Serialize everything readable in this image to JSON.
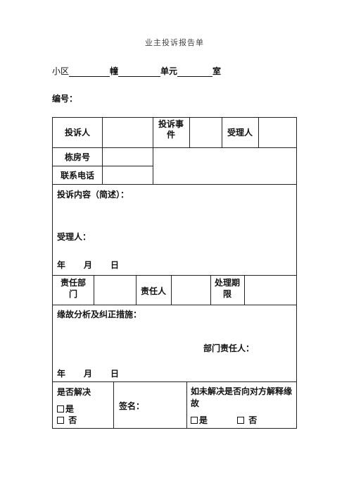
{
  "title": "业主投诉报告单",
  "header": {
    "community_label": "小区",
    "building_label": "幢",
    "unit_label": "单元",
    "room_label": "室",
    "serial_label": "编号："
  },
  "row1": {
    "complainant": "投诉人",
    "complaint_matter_line1": "投诉事",
    "complaint_matter_line2": "件",
    "receiver": "受理人"
  },
  "row2": {
    "building_room": "栋房号"
  },
  "row3": {
    "phone": "联系电话"
  },
  "content_section": {
    "label": "投诉内容（简述）：",
    "receiver_label": "受理人：",
    "year": "年",
    "month": "月",
    "day": "日"
  },
  "responsibility_row": {
    "dept_line1": "责任部",
    "dept_line2": "门",
    "person": "责任人",
    "period_line1": "处理期",
    "period_line2": "限"
  },
  "analysis_section": {
    "label": "缘故分析及纠正措施：",
    "dept_head_label": "部门责任人：",
    "year": "年",
    "month": "月",
    "day": "日"
  },
  "final_row": {
    "resolved_label": "是否解决",
    "yes": "是",
    "no": "否",
    "signature_label": "签名：",
    "explain_label": "如未解决是否向对方解释缘故",
    "yes2": "是",
    "no2": "否"
  }
}
